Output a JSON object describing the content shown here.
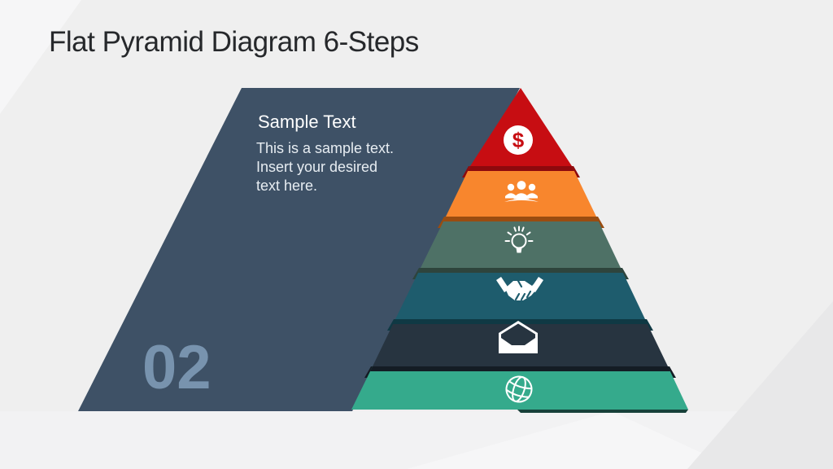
{
  "slide": {
    "title": "Flat Pyramid Diagram 6-Steps",
    "title_color": "#26282b",
    "background": {
      "base": "#efefef",
      "light": "#f6f6f7",
      "floor": "#f2f2f3",
      "shade": "#e8e8e9"
    },
    "card": {
      "heading": "Sample Text",
      "body_lines": [
        "This is a sample text.",
        "Insert your desired",
        "text here."
      ],
      "step_number": "02",
      "bg_color": "#3e5166",
      "heading_color": "#ffffff",
      "body_color": "#e7edf2",
      "number_color": "#7893ae"
    },
    "pyramid": {
      "icon_color": "#ffffff",
      "levels": [
        {
          "label": "step-1",
          "icon": "dollar-icon",
          "color": "#c70d12",
          "fold_color": "#8d090d"
        },
        {
          "label": "step-2",
          "icon": "people-icon",
          "color": "#f8862d",
          "fold_color": "#9a4c10"
        },
        {
          "label": "step-3",
          "icon": "lightbulb-icon",
          "color": "#4e7166",
          "fold_color": "#2e443c"
        },
        {
          "label": "step-4",
          "icon": "handshake-icon",
          "color": "#1e5c6d",
          "fold_color": "#0f3944"
        },
        {
          "label": "step-5",
          "icon": "envelope-icon",
          "color": "#273440",
          "fold_color": "#141c24"
        },
        {
          "label": "step-6",
          "icon": "globe-icon",
          "color": "#35aa8c",
          "fold_color": "#17413a"
        }
      ]
    }
  }
}
